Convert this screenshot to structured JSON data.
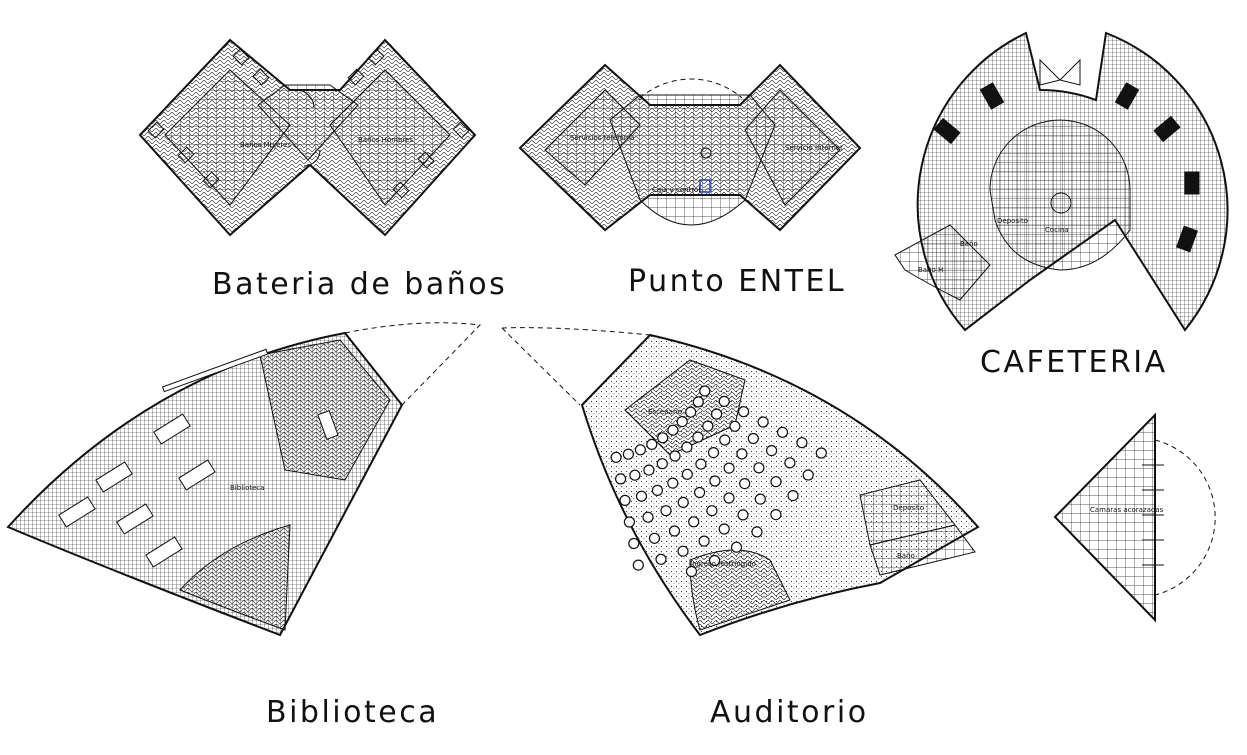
{
  "drawing": {
    "ink": "#111111",
    "accent": "#1f3fd1",
    "blocks": [
      {
        "id": "banos",
        "title": "Bateria de baños",
        "rooms": [
          "Baños Mujeres",
          "Baños Hombres"
        ]
      },
      {
        "id": "entel",
        "title": "Punto ENTEL",
        "rooms": [
          "Servicios telefonía",
          "Servicio Internet",
          "Caja y control"
        ]
      },
      {
        "id": "cafeteria",
        "title": "CAFETERIA",
        "rooms": [
          "Deposito",
          "Cocina",
          "Baño",
          "Baño H"
        ]
      },
      {
        "id": "biblioteca",
        "title": "Biblioteca",
        "rooms": [
          "Biblioteca"
        ]
      },
      {
        "id": "auditorio",
        "title": "Auditorio",
        "rooms": [
          "Escenario",
          "Ingreso restringido",
          "Deposito",
          "Baño"
        ]
      },
      {
        "id": "camaras",
        "title": "",
        "rooms": [
          "Camaras acorazadas"
        ]
      }
    ]
  }
}
